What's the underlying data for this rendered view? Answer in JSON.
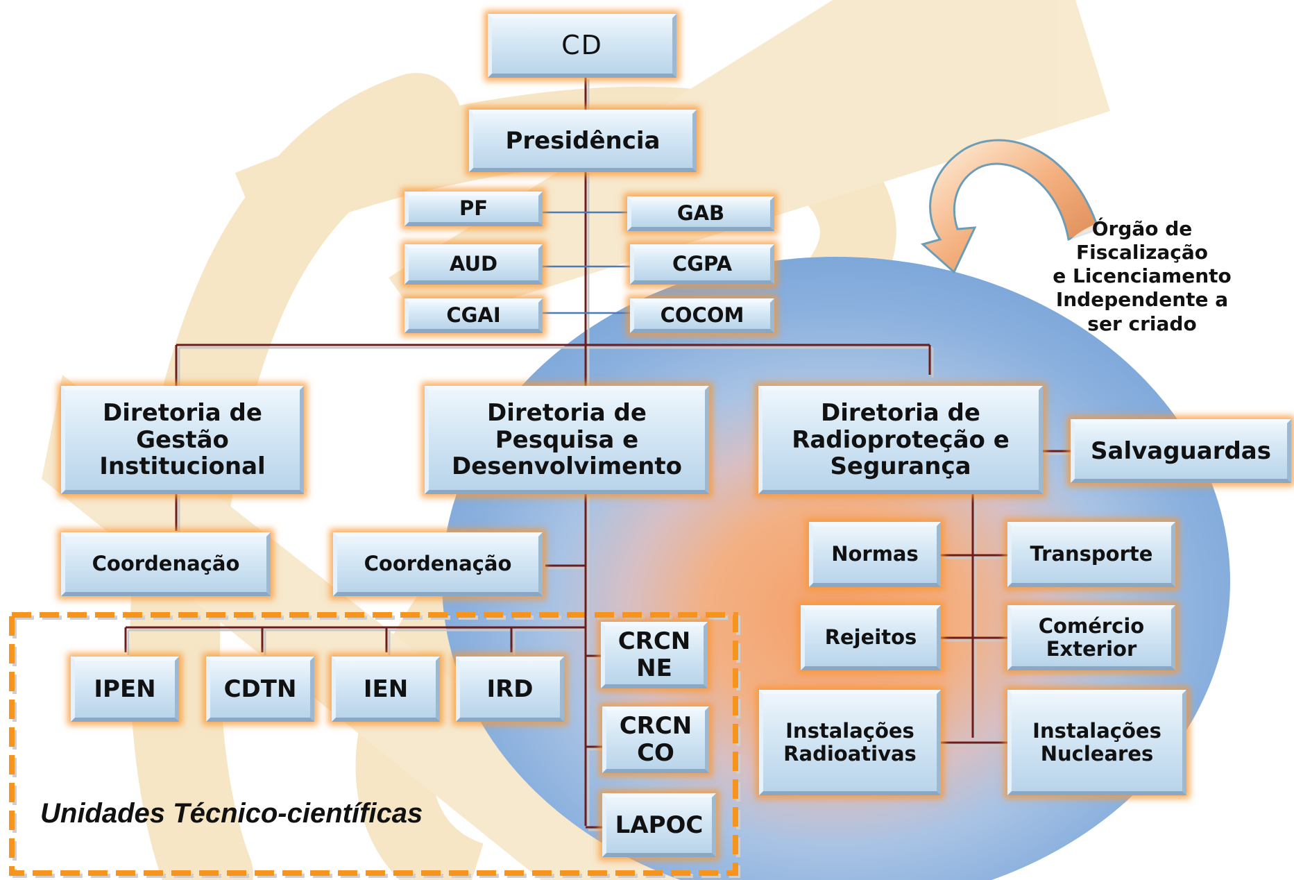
{
  "chart": {
    "top": [
      "CD",
      "Presidência"
    ],
    "staff_left": [
      "PF",
      "AUD",
      "CGAI"
    ],
    "staff_right": [
      "GAB",
      "CGPA",
      "COCOM"
    ],
    "directorates": [
      "Diretoria de\nGestão\nInstitucional",
      "Diretoria de\nPesquisa e\nDesenvolvimento",
      "Diretoria de\nRadioproteção e\nSegurança"
    ],
    "salvaguardas": "Salvaguardas",
    "coordination": [
      "Coordenação",
      "Coordenação"
    ],
    "units": [
      "IPEN",
      "CDTN",
      "IEN",
      "IRD"
    ],
    "regional_units": [
      "CRCN\nNE",
      "CRCN\nCO",
      "LAPOC"
    ],
    "units_caption": "Unidades Técnico-científicas",
    "drs_left": [
      "Normas",
      "Rejeitos",
      "Instalações\nRadioativas"
    ],
    "drs_right": [
      "Transporte",
      "Comércio\nExterior",
      "Instalações\nNucleares"
    ],
    "independent_body_note": "Órgão de\nFiscalização\ne Licenciamento\nIndependente a\nser criado"
  },
  "colors": {
    "box_fill": "#cfe3f3",
    "box_glow": "#f7962f",
    "dashed_frame": "#f7941d",
    "line": "#6b1d1d",
    "staff_line": "#4a7ab8",
    "circle_outer": "#8fb2df",
    "circle_inner": "#f0a778",
    "watermark": "#f5e2bd"
  }
}
